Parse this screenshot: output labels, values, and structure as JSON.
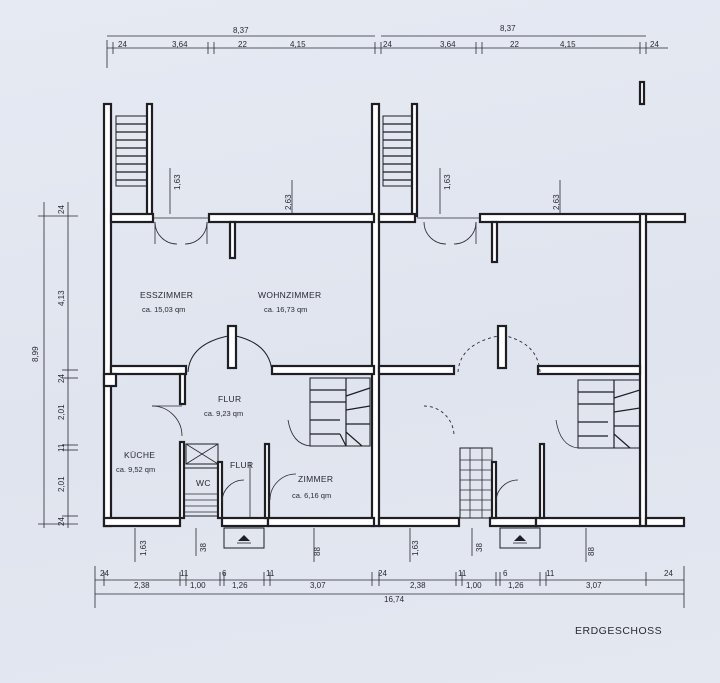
{
  "plan_title": "ERDGESCHOSS",
  "rooms": {
    "esszimmer": {
      "name": "ESSZIMMER",
      "area": "ca. 15,03 qm"
    },
    "wohnzimmer": {
      "name": "WOHNZIMMER",
      "area": "ca. 16,73 qm"
    },
    "flur_main": {
      "name": "FLUR",
      "area": "ca. 9,23 qm"
    },
    "kueche": {
      "name": "KÜCHE",
      "area": "ca. 9,52 qm"
    },
    "flur_small": {
      "name": "FLUR"
    },
    "wc": {
      "name": "WC"
    },
    "zimmer": {
      "name": "ZIMMER",
      "area": "ca. 6,16 qm"
    }
  },
  "dimensions": {
    "top_total_left": "8,37",
    "top_total_right": "8,37",
    "top_left": [
      "24",
      "3,64",
      "22",
      "4,15",
      "24"
    ],
    "top_right": [
      "3,64",
      "22",
      "4,15",
      "24"
    ],
    "left_total": "8,99",
    "left_segments": [
      "24",
      "4,13",
      "24",
      "2,01",
      "11",
      "2,01",
      "24"
    ],
    "bottom_row": [
      "24",
      "2,38",
      "11",
      "1,00",
      "6",
      "1,26",
      "11",
      "3,07",
      "24",
      "2,38",
      "11",
      "1,00",
      "6",
      "1,26",
      "11",
      "3,07",
      "24"
    ],
    "bottom_total": "16,74",
    "opening_1_63": "1,63",
    "opening_2_63": "2,63",
    "bottom_vertical": [
      "1,63",
      "38",
      "88",
      "1,63",
      "38",
      "88"
    ]
  }
}
